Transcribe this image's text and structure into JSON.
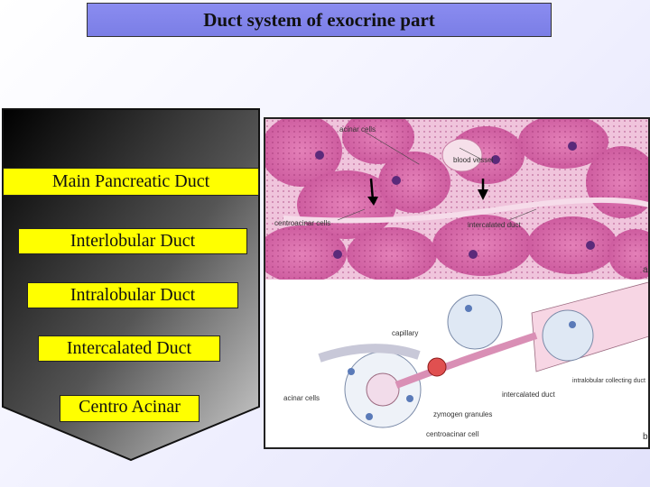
{
  "title": "Duct system of exocrine part",
  "hierarchy": [
    "Main Pancreatic Duct",
    "Interlobular Duct",
    "Intralobular Duct",
    "Intercalated Duct",
    "Centro Acinar"
  ],
  "micrograph_a": {
    "labels": {
      "acinar_cells": "acinar cells",
      "blood_vessel": "blood vessel",
      "centroacinar_cells": "centroacinar cells",
      "intercalated_duct": "intercalated duct",
      "panel_letter": "a"
    }
  },
  "diagram_b": {
    "labels": {
      "capillary": "capillary",
      "acinar_cells": "acinar cells",
      "intercalated_duct": "intercalated duct",
      "intralobular_collecting_duct": "intralobular collecting duct",
      "zymogen_granules": "zymogen granules",
      "centroacinar_cell": "centroacinar cell",
      "panel_letter": "b"
    }
  },
  "colors": {
    "title_bg": "#7b7ee6",
    "label_bg": "#ffff00",
    "panel_dark": "#000000",
    "panel_light": "#b4b4b4",
    "tissue_pink": "#d86aa8",
    "tissue_light": "#f3cfe2"
  }
}
